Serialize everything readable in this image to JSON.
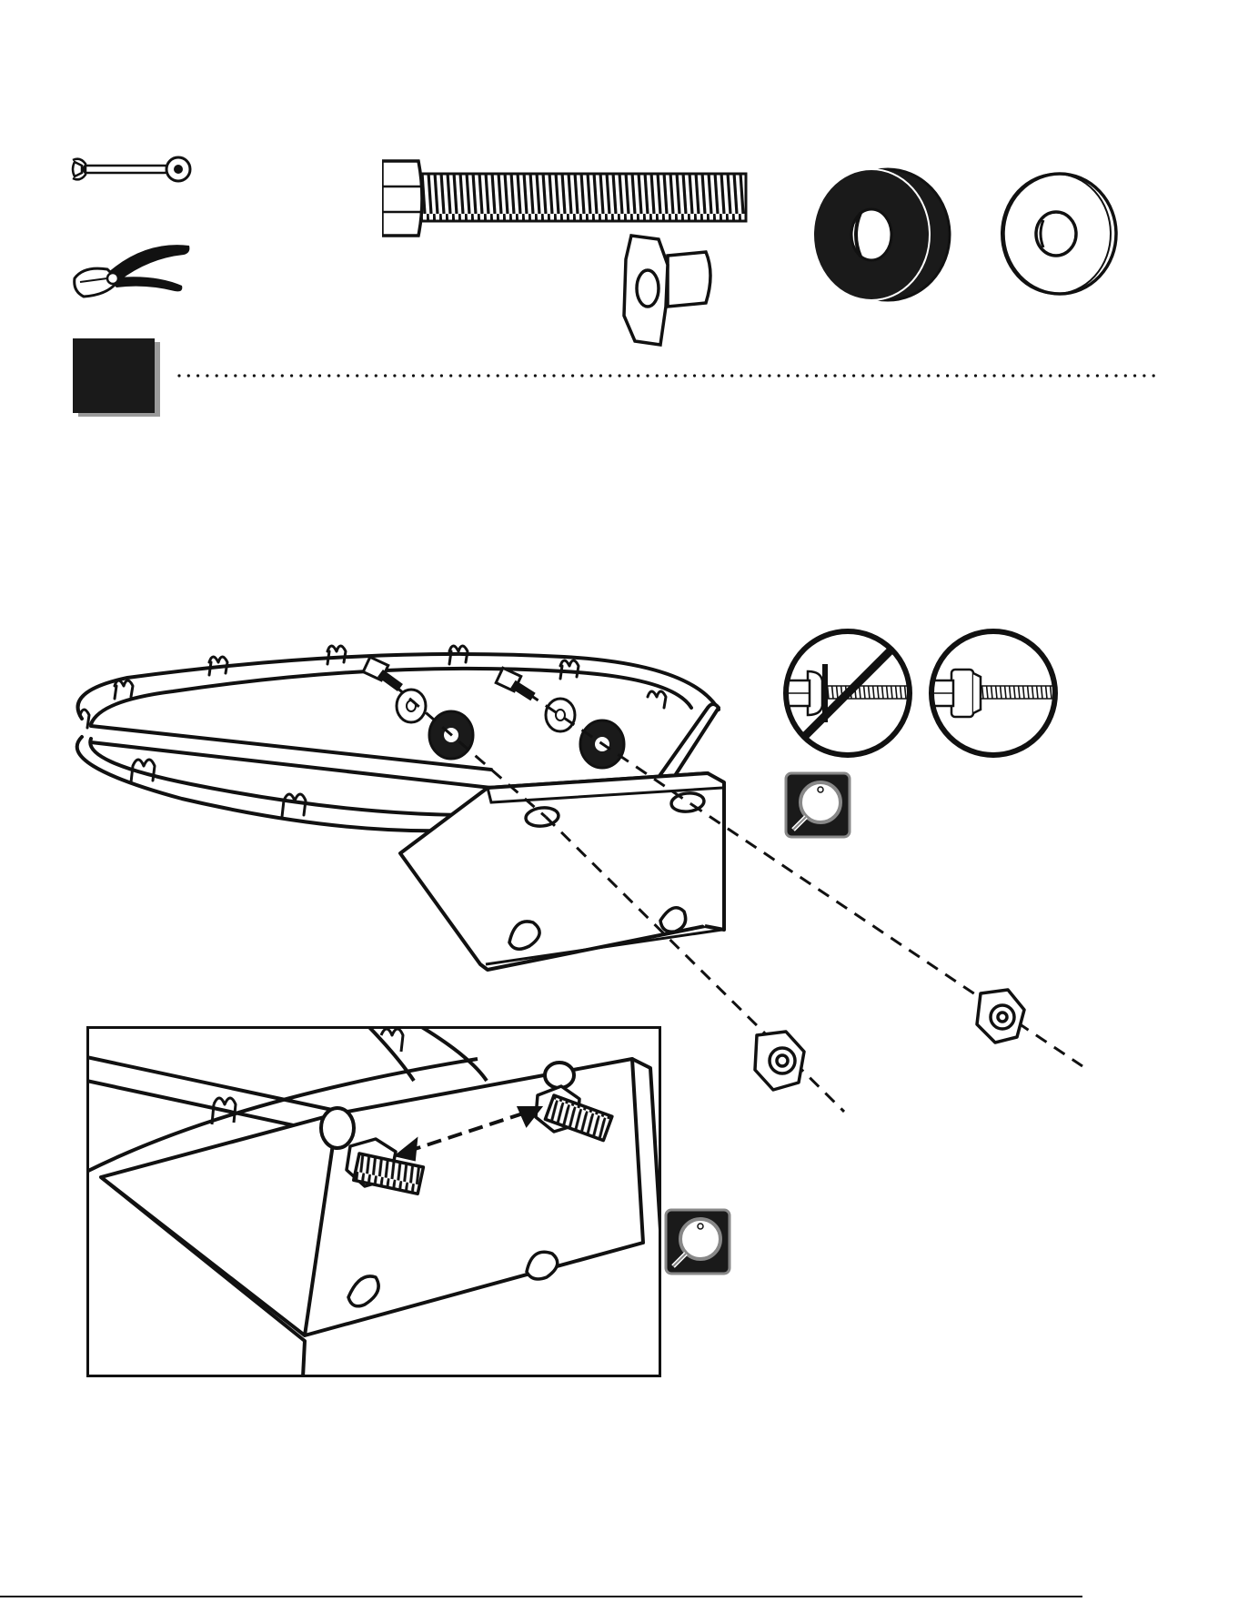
{
  "page": {
    "background": "#ffffff",
    "ink": "#111111",
    "step_block_color": "#1a1a1a",
    "step_block_shadow": "#9a9a9a"
  },
  "hardware": {
    "tools": [
      "wrench-icon",
      "pliers-icon"
    ],
    "parts": [
      "hex-bolt",
      "carriage-nut",
      "rubber-spacer",
      "flat-washer"
    ]
  },
  "callouts": {
    "incorrect_icon": "no-sign-icon",
    "correct_icon": "check-view-icon",
    "magnify_icon": "magnifier-icon"
  }
}
